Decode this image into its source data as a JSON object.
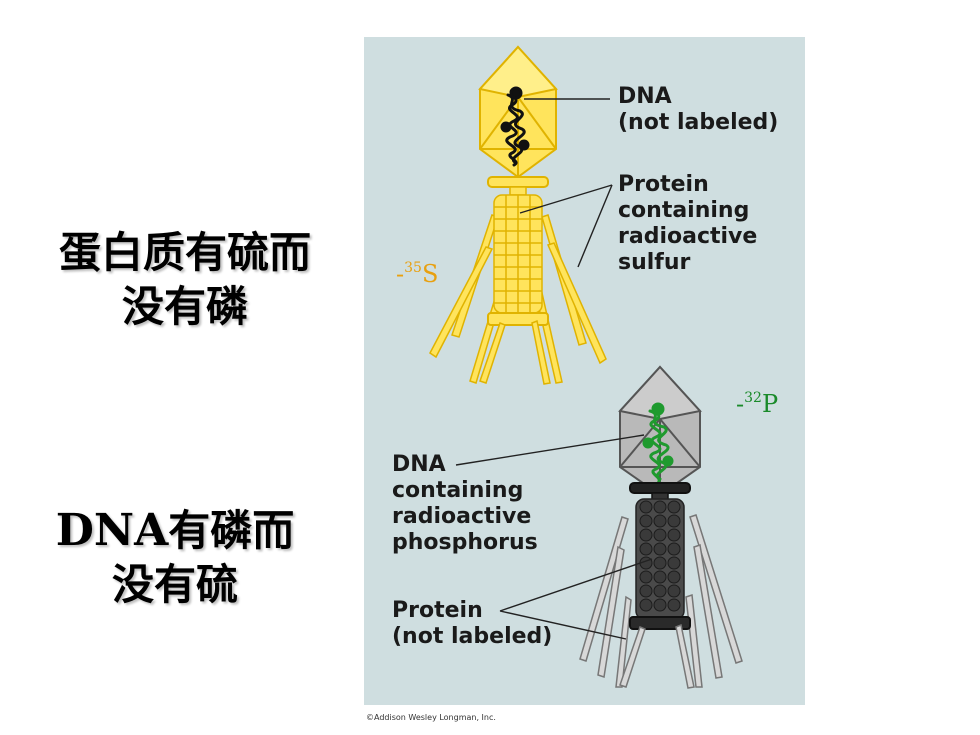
{
  "left_text": {
    "top_line1": "蛋白质有硫而",
    "top_line2": "没有磷",
    "bottom_line1_latin": "DNA",
    "bottom_line1_cjk": "有磷而",
    "bottom_line2": "没有硫"
  },
  "diagram": {
    "top_phage": {
      "dna_label_line1": "DNA",
      "dna_label_line2": "(not labeled)",
      "protein_label_line1": "Protein",
      "protein_label_line2": "containing",
      "protein_label_line3": "radioactive",
      "protein_label_line4": "sulfur",
      "isotope_prefix": "-",
      "isotope_mass": "35",
      "isotope_symbol": "S",
      "isotope_color": "#e8a010"
    },
    "bottom_phage": {
      "dna_label_line1": "DNA",
      "dna_label_line2": "containing",
      "dna_label_line3": "radioactive",
      "dna_label_line4": "phosphorus",
      "protein_label_line1": "Protein",
      "protein_label_line2": "(not labeled)",
      "isotope_prefix": "-",
      "isotope_mass": "32",
      "isotope_symbol": "P",
      "isotope_color": "#1a8a2a"
    }
  },
  "credit": "©Addison Wesley Longman, Inc.",
  "colors": {
    "panel_bg": "#cfdee0",
    "yellow_fill": "#ffe45c",
    "yellow_stroke": "#e0b300",
    "gray_fill": "#b9b9b9",
    "dark_body": "#4a4a4a",
    "dna_green": "#1f9a2e"
  }
}
